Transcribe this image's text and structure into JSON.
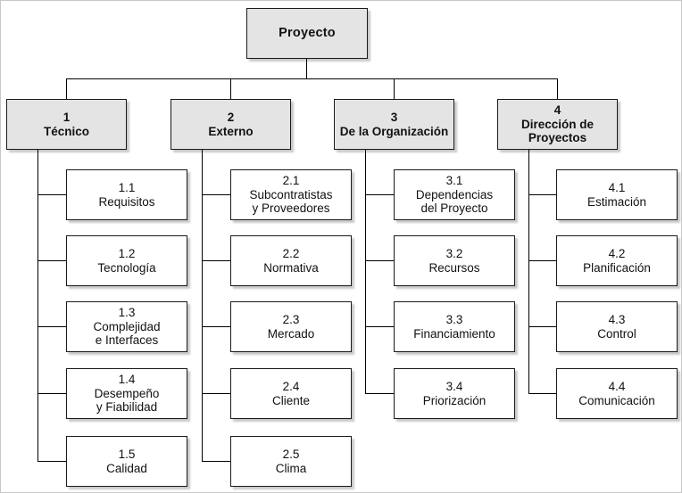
{
  "diagram": {
    "title": "Proyecto",
    "type": "risk-breakdown-structure",
    "language": "es",
    "colors": {
      "box_fill_level1": "#e4e4e4",
      "box_fill_level2": "#e4e4e4",
      "box_fill_leaf": "#ffffff",
      "border": "#1a1a1a",
      "text": "#111111",
      "canvas": "#ffffff"
    },
    "root": {
      "label": "Proyecto"
    },
    "branches": [
      {
        "number": "1",
        "label": "Técnico",
        "children": [
          {
            "number": "1.1",
            "lines": [
              "Requisitos"
            ]
          },
          {
            "number": "1.2",
            "lines": [
              "Tecnología"
            ]
          },
          {
            "number": "1.3",
            "lines": [
              "Complejidad",
              "e Interfaces"
            ]
          },
          {
            "number": "1.4",
            "lines": [
              "Desempeño",
              "y Fiabilidad"
            ]
          },
          {
            "number": "1.5",
            "lines": [
              "Calidad"
            ]
          }
        ]
      },
      {
        "number": "2",
        "label": "Externo",
        "children": [
          {
            "number": "2.1",
            "lines": [
              "Subcontratistas",
              "y Proveedores"
            ]
          },
          {
            "number": "2.2",
            "lines": [
              "Normativa"
            ]
          },
          {
            "number": "2.3",
            "lines": [
              "Mercado"
            ]
          },
          {
            "number": "2.4",
            "lines": [
              "Cliente"
            ]
          },
          {
            "number": "2.5",
            "lines": [
              "Clima"
            ]
          }
        ]
      },
      {
        "number": "3",
        "label": "De la Organización",
        "children": [
          {
            "number": "3.1",
            "lines": [
              "Dependencias",
              "del Proyecto"
            ]
          },
          {
            "number": "3.2",
            "lines": [
              "Recursos"
            ]
          },
          {
            "number": "3.3",
            "lines": [
              "Financiamiento"
            ]
          },
          {
            "number": "3.4",
            "lines": [
              "Priorización"
            ]
          }
        ]
      },
      {
        "number": "4",
        "label": "Dirección de Proyectos",
        "label_lines": [
          "Dirección de",
          "Proyectos"
        ],
        "children": [
          {
            "number": "4.1",
            "lines": [
              "Estimación"
            ]
          },
          {
            "number": "4.2",
            "lines": [
              "Planificación"
            ]
          },
          {
            "number": "4.3",
            "lines": [
              "Control"
            ]
          },
          {
            "number": "4.4",
            "lines": [
              "Comunicación"
            ]
          }
        ]
      }
    ]
  }
}
